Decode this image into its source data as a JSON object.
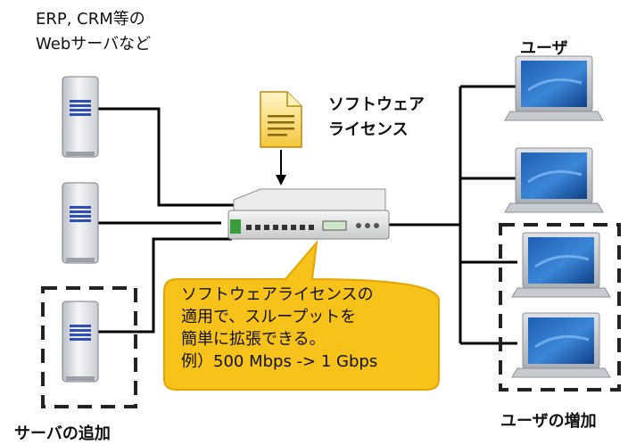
{
  "labels": {
    "servers_line1": "ERP, CRM等の",
    "servers_line2": "Webサーバなど",
    "license_line1": "ソフトウェア",
    "license_line2": "ライセンス",
    "users": "ユーザ",
    "add_server": "サーバの追加",
    "add_user": "ユーザの増加"
  },
  "callout": {
    "line1": "ソフトウェアライセンスの",
    "line2": "適用で、スループットを",
    "line3": "簡単に拡張できる。",
    "line4": "例）500 Mbps -> 1 Gbps"
  },
  "colors": {
    "callout_fill": "#f7c21a",
    "callout_border": "#e7a300",
    "line": "#000000",
    "dash": "#222222"
  },
  "icons": [
    "server-icon",
    "document-icon",
    "appliance-icon",
    "laptop-icon"
  ]
}
